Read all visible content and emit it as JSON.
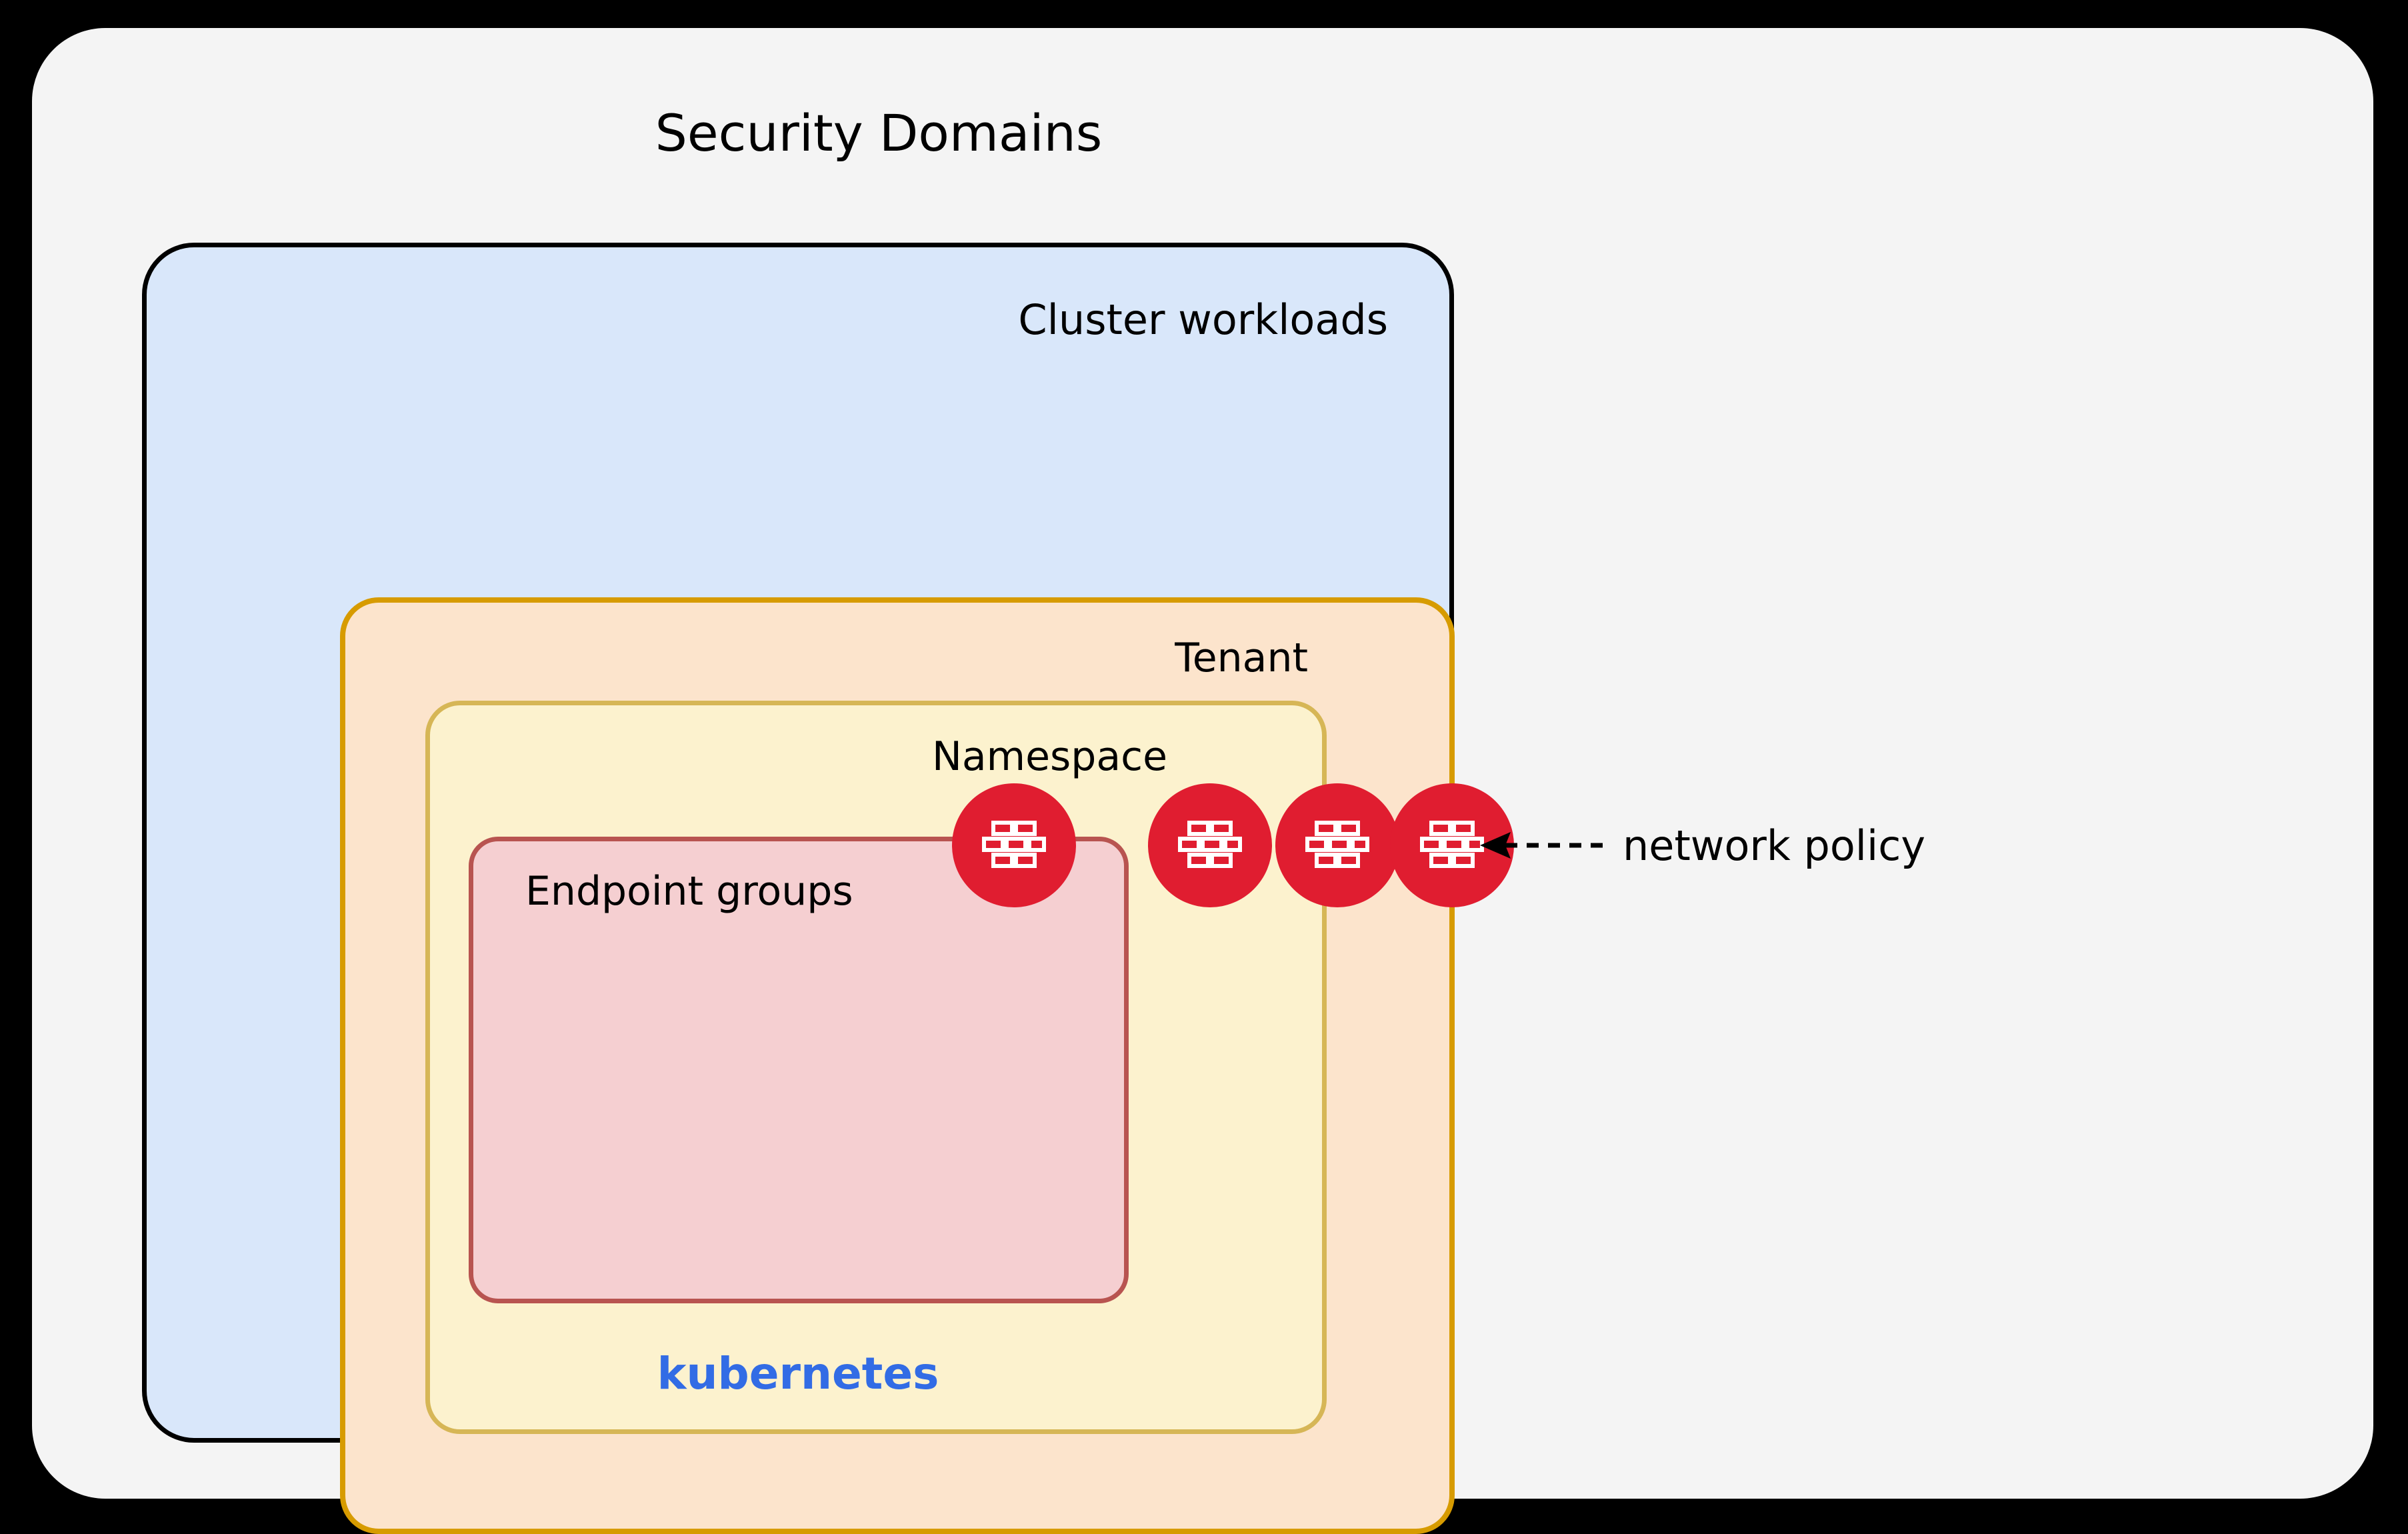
{
  "diagram": {
    "title": "Security Domains",
    "background_color": "#000000",
    "panel_color": "#F4F4F4"
  },
  "layers": [
    {
      "key": "cluster_workloads",
      "label": "Cluster workloads",
      "fill": "#D9E7FA",
      "stroke": "#000000"
    },
    {
      "key": "tenant",
      "label": "Tenant",
      "fill": "#FCE4CC",
      "stroke": "#D79B00"
    },
    {
      "key": "namespace",
      "label": "Namespace",
      "fill": "#FCF2CE",
      "stroke": "#D6B656"
    },
    {
      "key": "endpoint_groups",
      "label": "Endpoint groups",
      "fill": "#F5CFD1",
      "stroke": "#B85450"
    }
  ],
  "cluster_workloads": {
    "label": "Cluster workloads",
    "platform_label": "kubernetes",
    "platform_color": "#326CE5"
  },
  "tenant": {
    "label": "Tenant"
  },
  "namespace": {
    "label": "Namespace"
  },
  "endpoint_groups": {
    "label": "Endpoint groups"
  },
  "firewalls": {
    "icon_name": "firewall-icon",
    "color": "#E01D30",
    "count": 4,
    "boundaries": [
      "endpoint-groups-boundary",
      "namespace-boundary",
      "tenant-boundary",
      "cluster-workloads-boundary"
    ]
  },
  "annotation": {
    "label": "network policy",
    "arrow_direction": "left",
    "arrow_style": "dashed"
  }
}
